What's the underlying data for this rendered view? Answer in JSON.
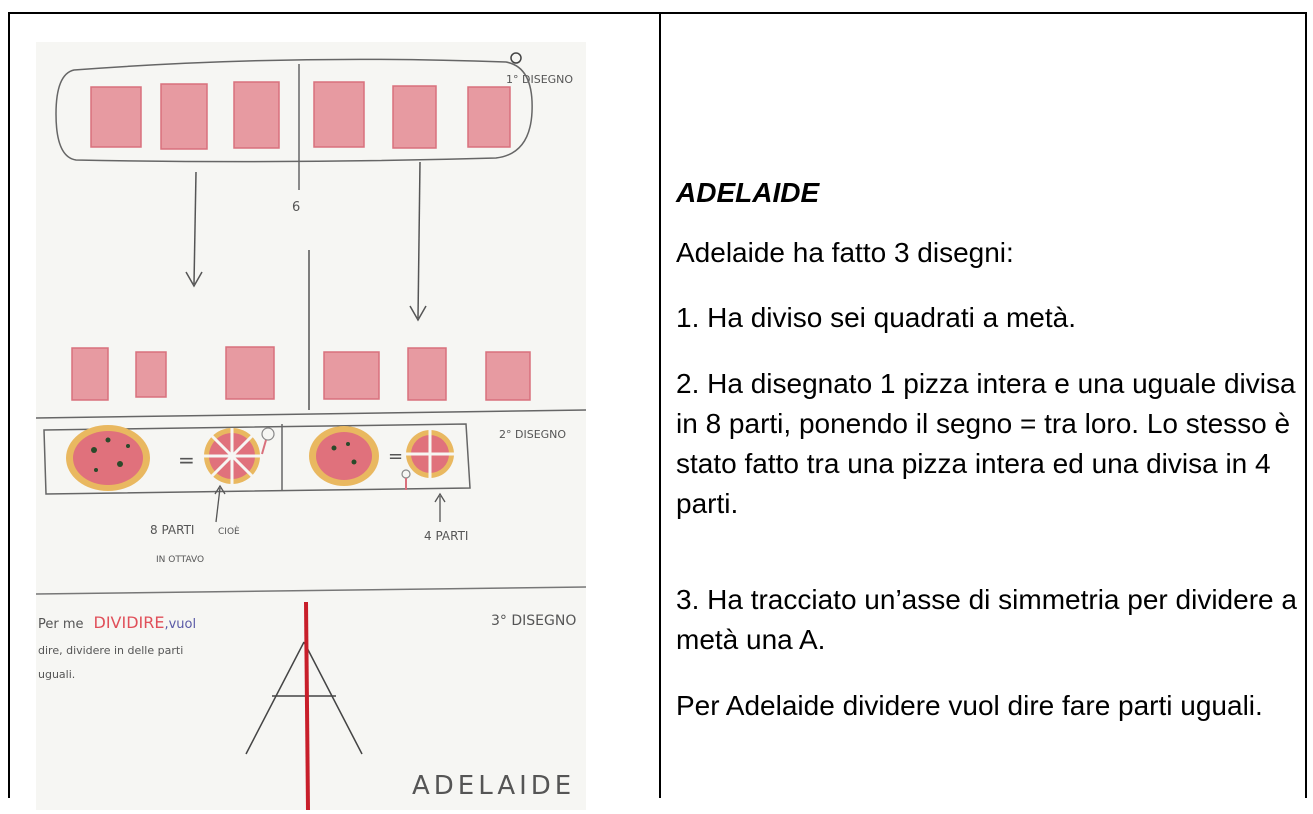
{
  "drawing": {
    "label_disegno_1": "1° DISEGNO",
    "label_six": "6",
    "label_disegno_2": "2° DISEGNO",
    "label_eq": "=",
    "label_8_parti": "8 PARTI",
    "label_cioe": "CIOÈ",
    "label_in_ottavo": "IN OTTAVO",
    "label_4_parti": "4 PARTI",
    "label_disegno_3": "3° DISEGNO",
    "note_line1_pre": "Per me",
    "note_line1_red": "DIVIDIRE",
    "note_line1_post": ",vuol",
    "note_line2": "dire, dividere in delle parti",
    "note_line3": "uguali.",
    "signature": "ADELAIDE",
    "colors": {
      "red_fill": "#e79aa1",
      "red_stroke": "#d9707c",
      "ink": "#333333"
    }
  },
  "description": {
    "title": "ADELAIDE",
    "intro": "Adelaide ha fatto 3 disegni:",
    "item1": "1. Ha diviso sei quadrati  a metà.",
    "item2": "2. Ha disegnato 1 pizza intera e una uguale divisa in 8 parti, ponendo il segno = tra loro. Lo stesso è stato fatto tra una pizza intera ed una divisa in 4 parti.",
    "item3": "3. Ha tracciato un’asse di simmetria per dividere a metà una A.",
    "conclusion": "Per Adelaide dividere vuol dire fare parti uguali."
  }
}
